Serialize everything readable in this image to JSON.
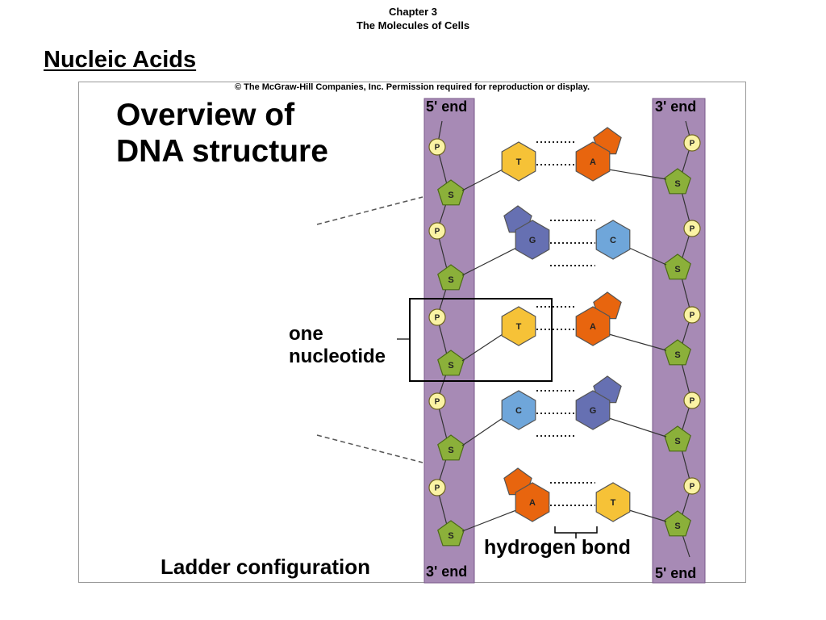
{
  "header": {
    "chapter": "Chapter 3",
    "subtitle": "The Molecules of Cells"
  },
  "slide_title": "Nucleic Acids",
  "figure": {
    "copyright": "© The McGraw-Hill Companies, Inc. Permission required for reproduction or display.",
    "title_line1": "Overview of",
    "title_line2": "DNA structure",
    "nucleotide_label_line1": "one",
    "nucleotide_label_line2": "nucleotide",
    "ladder_label": "Ladder configuration",
    "hbond_label": "hydrogen bond",
    "left_strand": {
      "top_end": "5' end",
      "bottom_end": "3' end"
    },
    "right_strand": {
      "top_end": "3' end",
      "bottom_end": "5' end"
    },
    "phosphate_label": "P",
    "sugar_label": "S",
    "base_pairs": [
      {
        "left": "T",
        "right": "A"
      },
      {
        "left": "G",
        "right": "C"
      },
      {
        "left": "T",
        "right": "A"
      },
      {
        "left": "C",
        "right": "G"
      },
      {
        "left": "A",
        "right": "T"
      }
    ],
    "colors": {
      "backbone": "#a78ab5",
      "sugar": "#8bb03a",
      "phosphate": "#fbf3a4",
      "T": "#f6c237",
      "A": "#e8650e",
      "G": "#6670b2",
      "C": "#6fa6da"
    }
  }
}
